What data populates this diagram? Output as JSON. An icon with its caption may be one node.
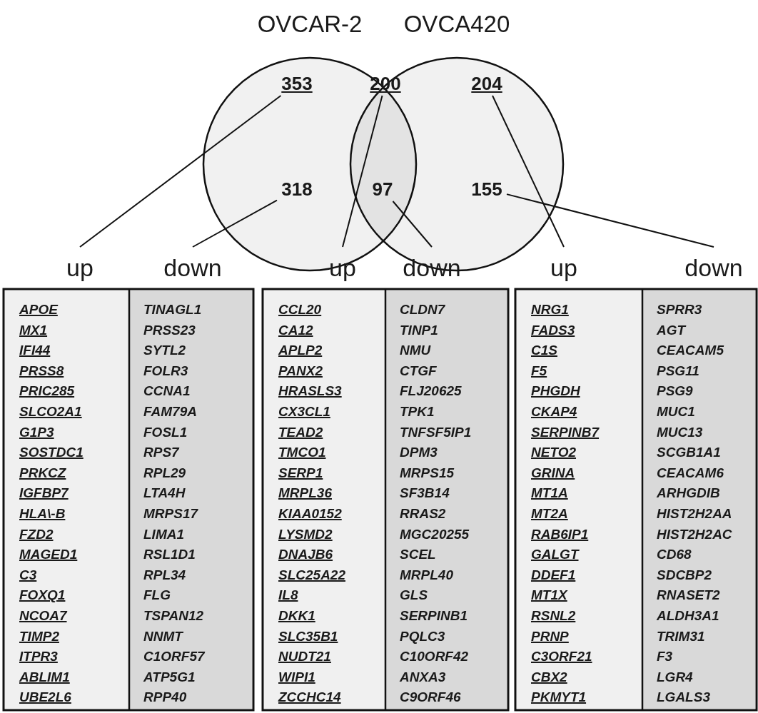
{
  "diagram": {
    "nodes": [
      {
        "text": [
          "OVCAR-2"
        ]
      },
      {
        "text": [
          "OVCA420"
        ]
      },
      {
        "text": [
          "353"
        ],
        "in": 0
      },
      {
        "text": [
          "200"
        ]
      },
      {
        "text": [
          "204"
        ],
        "in": 1
      },
      {
        "text": [
          "318"
        ],
        "in": 0
      },
      {
        "text": [
          "97"
        ]
      },
      {
        "text": [
          "155"
        ],
        "in": 1
      },
      {
        "text": [
          "up",
          "APOE",
          "MX1",
          "IFI44",
          "PRSS8",
          "PRIC285",
          "SLCO2A1",
          "G1P3",
          "SOSTDC1",
          "PRKCZ",
          "IGFBP7",
          "HLA\\-B",
          "FZD2",
          "MAGED1",
          "C3",
          "FOXQ1",
          "NCOA7",
          "TIMP2",
          "ITPR3",
          "ABLIM1",
          "UBE2L6"
        ]
      },
      {
        "text": [
          "down",
          "TINAGL1",
          "PRSS23",
          "SYTL2",
          "FOLR3",
          "CCNA1",
          "FAM79A",
          "FOSL1",
          "RPS7",
          "RPL29",
          "LTA4H",
          "MRPS17",
          "LIMA1",
          "RSL1D1",
          "RPL34",
          "FLG",
          "TSPAN12",
          "NNMT",
          "C1ORF57",
          "ATP5G1",
          "RPP40"
        ]
      },
      {
        "text": [
          "up",
          "CCL20",
          "CA12",
          "APLP2",
          "PANX2",
          "HRASLS3",
          "CX3CL1",
          "TEAD2",
          "TMCO1",
          "SERP1",
          "MRPL36",
          "KIAA0152",
          "LYSMD2",
          "DNAJB6",
          "SLC25A22",
          "IL8",
          "DKK1",
          "SLC35B1",
          "NUDT21",
          "WIPI1",
          "ZCCHC14"
        ]
      },
      {
        "text": [
          "down",
          "CLDN7",
          "TINP1",
          "NMU",
          "CTGF",
          "FLJ20625",
          "TPK1",
          "TNFSF5IP1",
          "DPM3",
          "MRPS15",
          "SF3B14",
          "RRAS2",
          "MGC20255",
          "SCEL",
          "MRPL40",
          "GLS",
          "SERPINB1",
          "PQLC3",
          "C10ORF42",
          "ANXA3",
          "C9ORF46"
        ]
      },
      {
        "text": [
          "up",
          "NRG1",
          "FADS3",
          "C1S",
          "F5",
          "PHGDH",
          "CKAP4",
          "SERPINB7",
          "NETO2",
          "GRINA",
          "MT1A",
          "MT2A",
          "RAB6IP1",
          "GALGT",
          "DDEF1",
          "MT1X",
          "RSNL2",
          "PRNP",
          "C3ORF21",
          "CBX2",
          "PKMYT1"
        ]
      },
      {
        "text": [
          "down",
          "SPRR3",
          "AGT",
          "CEACAM5",
          "PSG11",
          "PSG9",
          "MUC1",
          "MUC13",
          "SCGB1A1",
          "CEACAM6",
          "ARHGDIB",
          "HIST2H2AA",
          "HIST2H2AC",
          "CD68",
          "SDCBP2",
          "RNASET2",
          "ALDH3A1",
          "TRIM31",
          "F3",
          "LGR4",
          "LGALS3"
        ]
      }
    ],
    "edges": [
      {
        "from": 2,
        "to": 8,
        "arrow": "none"
      },
      {
        "from": 5,
        "to": 9,
        "arrow": "none"
      },
      {
        "from": 3,
        "to": 10,
        "arrow": "none"
      },
      {
        "from": 6,
        "to": 11,
        "arrow": "none"
      },
      {
        "from": 4,
        "to": 12,
        "arrow": "none"
      },
      {
        "from": 7,
        "to": 13,
        "arrow": "none"
      }
    ]
  }
}
